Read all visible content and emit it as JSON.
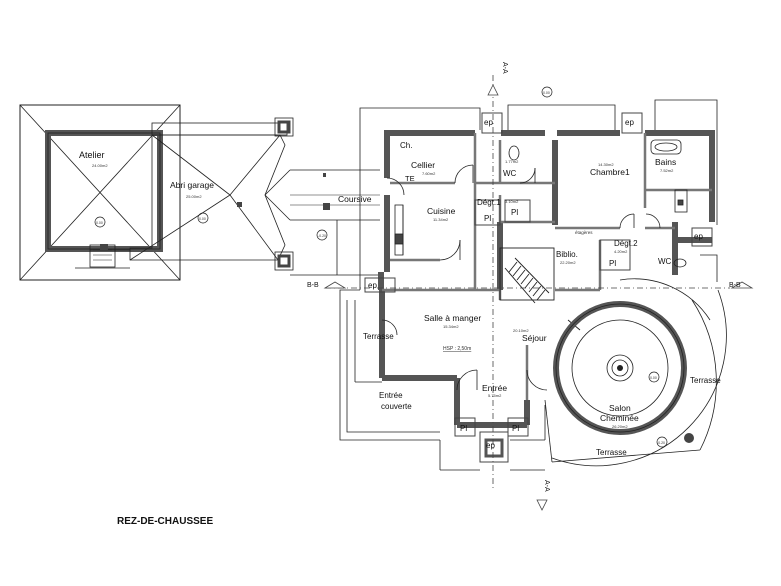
{
  "title": "REZ-DE-CHAUSSEE",
  "section_marks": {
    "aa": "A-A",
    "bb": "B-B"
  },
  "hsp": "HSP : 2,50m",
  "rooms": {
    "atelier": {
      "name": "Atelier",
      "area": "24.00m2"
    },
    "abri": {
      "name": "Abri garage",
      "area": "25.00m2"
    },
    "coursive": {
      "name": "Coursive"
    },
    "ch": {
      "name": "Ch."
    },
    "te": {
      "name": "TE"
    },
    "cellier": {
      "name": "Cellier",
      "area": "7.60m2"
    },
    "cuisine": {
      "name": "Cuisine",
      "area": "11.34m2"
    },
    "degt1": {
      "name": "Dégt.1",
      "area": "3.10m2"
    },
    "wc1": {
      "name": "WC",
      "area": "1.77m2"
    },
    "chambre1": {
      "name": "Chambre1",
      "area": "14.30m2"
    },
    "bains": {
      "name": "Bains",
      "area": "7.52m2"
    },
    "etageres": {
      "name": "étagères"
    },
    "degt2": {
      "name": "Dégt.2",
      "area": "4.20m2"
    },
    "wc2": {
      "name": "WC"
    },
    "biblio": {
      "name": "Biblio.",
      "area": "22.20m2"
    },
    "salle": {
      "name": "Salle à manger",
      "area": "15.34m2"
    },
    "sejour": {
      "name": "Séjour",
      "area": "20.10m2"
    },
    "terrasse_w": {
      "name": "Terrasse"
    },
    "entree_couverte": {
      "line1": "Entrée",
      "line2": "couverte"
    },
    "entree": {
      "name": "Entrée",
      "area": "5.75m2"
    },
    "salon": {
      "line1": "Salon",
      "line2": "Cheminée",
      "area": "26.20m2"
    },
    "terrasse_e": {
      "name": "Terrasse"
    },
    "terrasse_s": {
      "name": "Terrasse"
    }
  },
  "fixtures": {
    "ep": "ep",
    "pl": "Pl"
  },
  "levels": {
    "atelier": "0.00",
    "abri": "0.00",
    "coursive": "-0.20",
    "top": "0.00",
    "salon": "0.00",
    "terrasse": "-0.20"
  }
}
